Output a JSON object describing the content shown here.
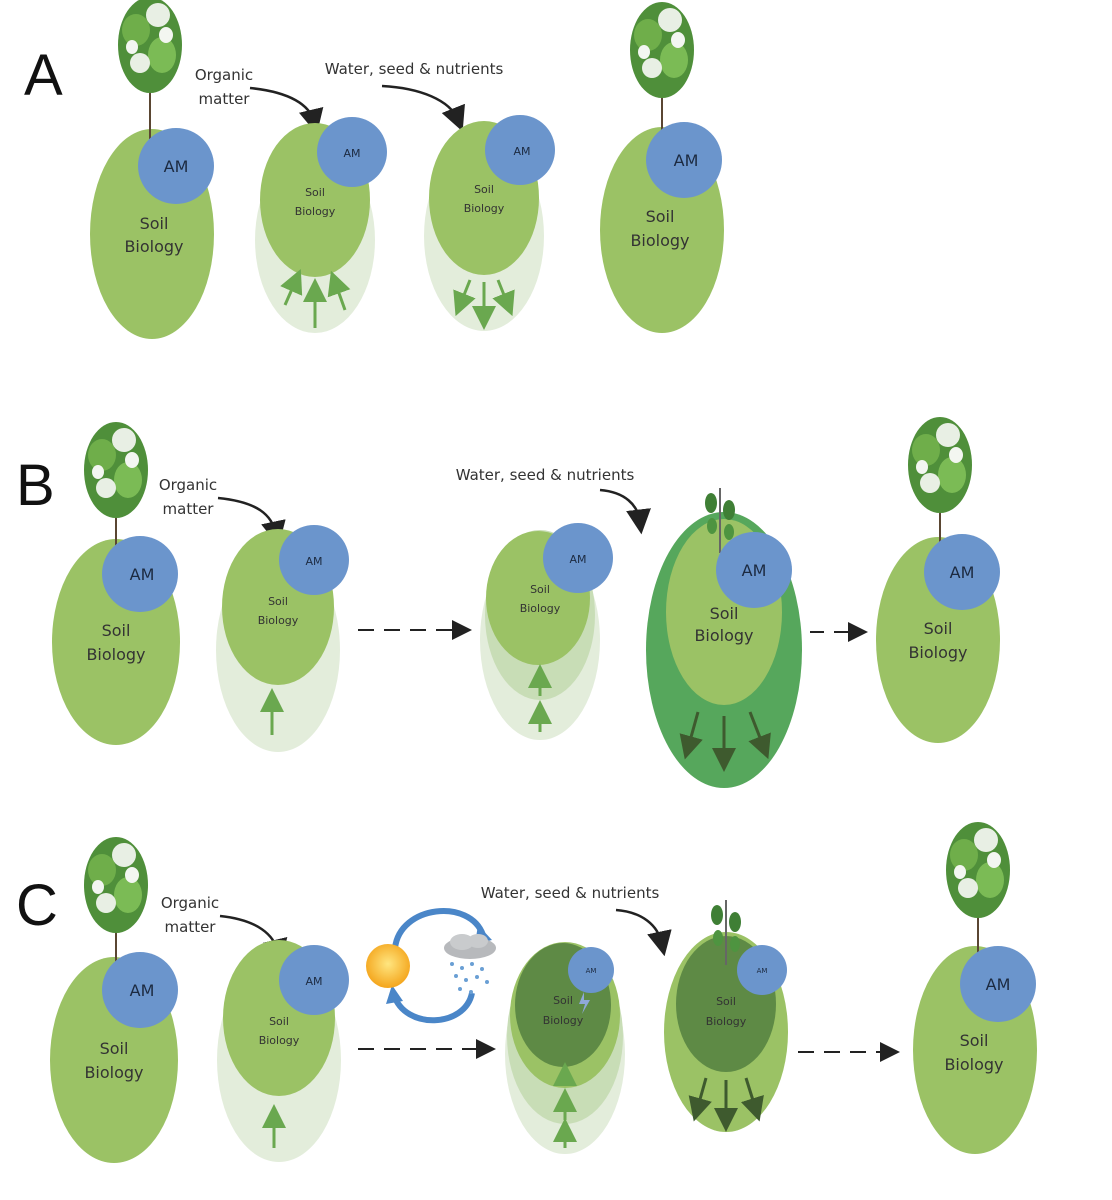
{
  "colors": {
    "soil_green": "#9bc265",
    "halo_light": "#e3eddb",
    "halo_mid": "#c8ddb6",
    "dark_green_outer": "#56a75c",
    "dark_soil": "#5e8a45",
    "am_blue": "#6b95cc",
    "arrow_green": "#6aa84f",
    "arrow_dark": "#3e5a2e",
    "text": "#333333"
  },
  "labels": {
    "soil_line1": "Soil",
    "soil_line2": "Biology",
    "am": "AM",
    "organic_line1": "Organic",
    "organic_line2": "matter",
    "water": "Water, seed & nutrients"
  },
  "panels": [
    {
      "id": "A",
      "label": "A"
    },
    {
      "id": "B",
      "label": "B"
    },
    {
      "id": "C",
      "label": "C"
    }
  ]
}
